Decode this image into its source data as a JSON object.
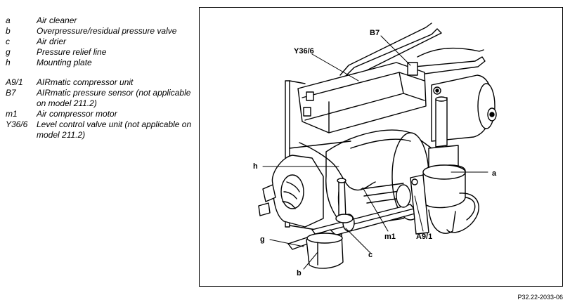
{
  "legend": [
    {
      "key": "a",
      "text": "Air cleaner"
    },
    {
      "key": "b",
      "text": "Overpressure/residual pressure valve"
    },
    {
      "key": "c",
      "text": "Air drier"
    },
    {
      "key": "g",
      "text": "Pressure relief line"
    },
    {
      "key": "h",
      "text": "Mounting plate"
    },
    {
      "key": "A9/1",
      "text": "AIRmatic compressor unit"
    },
    {
      "key": "B7",
      "text": "AIRmatic pressure sensor (not applicable on model 211.2)"
    },
    {
      "key": "m1",
      "text": "Air compressor motor"
    },
    {
      "key": "Y36/6",
      "text": "Level control valve unit (not applicable on model 211.2)"
    }
  ],
  "callouts": {
    "b7": "B7",
    "y36_6": "Y36/6",
    "h": "h",
    "a": "a",
    "g": "g",
    "m1": "m1",
    "a9_1": "A9/1",
    "c": "c",
    "b": "b"
  },
  "figure_code": "P32.22-2033-06"
}
